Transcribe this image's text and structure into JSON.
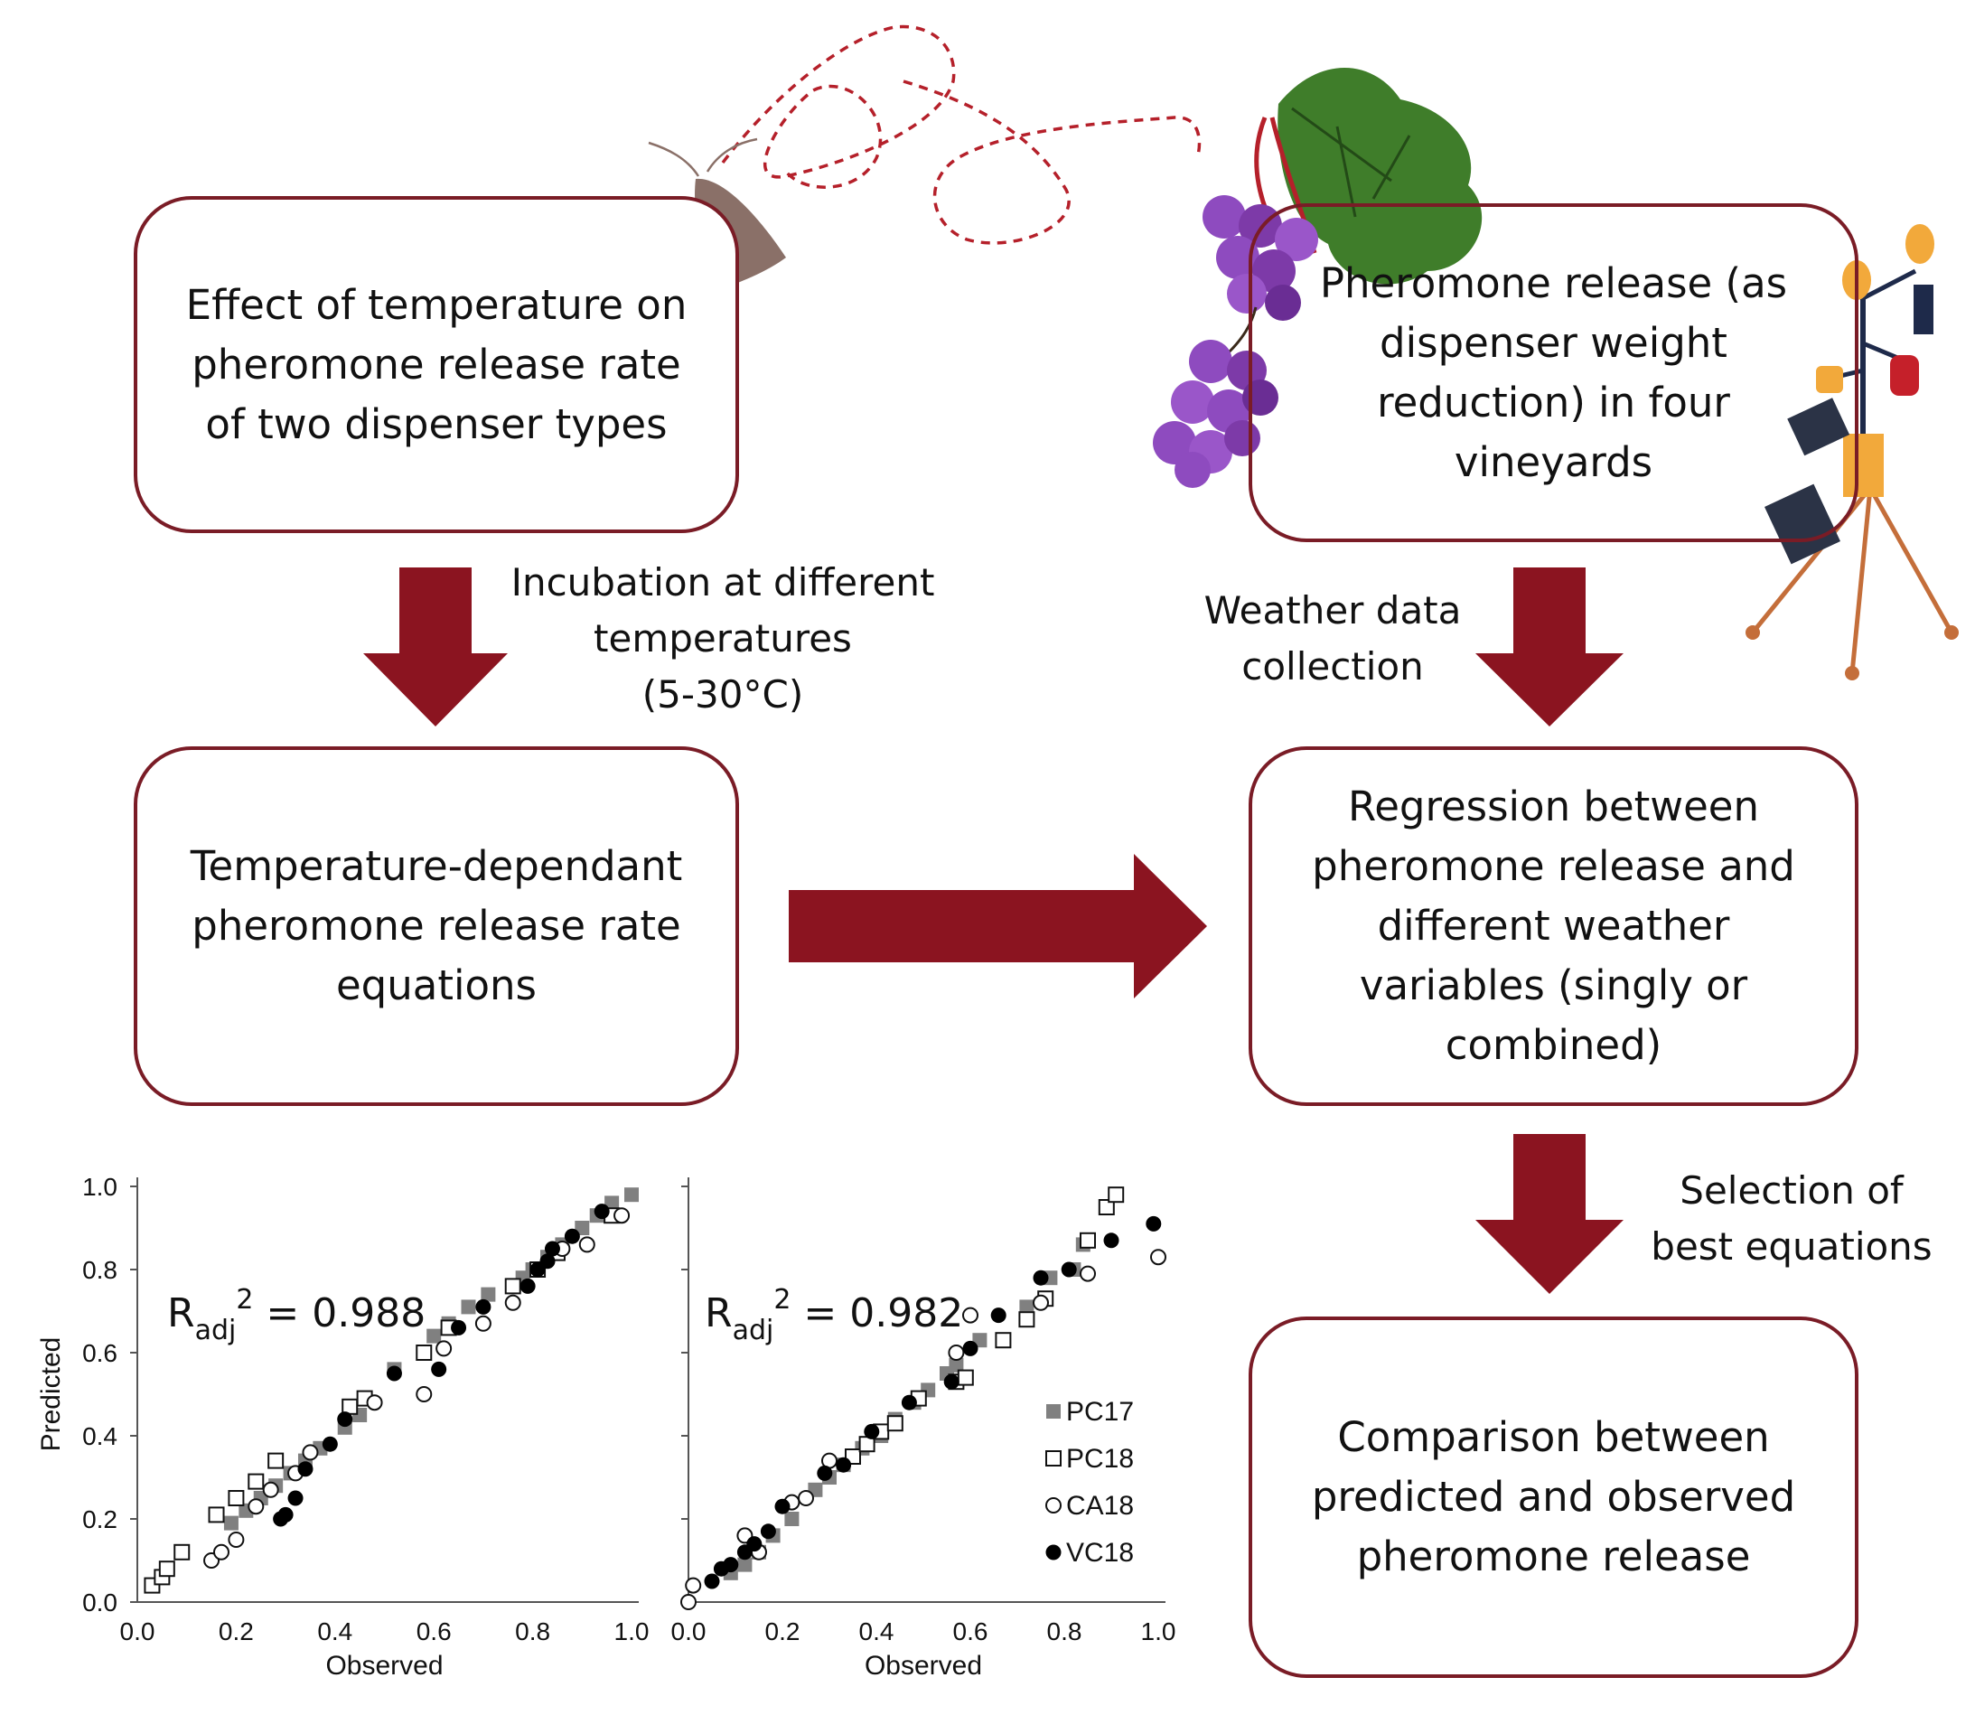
{
  "boxes": {
    "effect_temperature": [
      "Effect of temperature on",
      "pheromone release rate",
      "of two dispenser types"
    ],
    "pheromone_release_vineyards": [
      "Pheromone release (as",
      "dispenser weight",
      "reduction) in four",
      "vineyards"
    ],
    "temperature_equations": [
      "Temperature-dependant",
      "pheromone release rate",
      "equations"
    ],
    "regression": [
      "Regression between",
      "pheromone release and",
      "different weather",
      "variables (singly or",
      "combined)"
    ],
    "comparison": [
      "Comparison between",
      "predicted and observed",
      "pheromone release"
    ]
  },
  "arrow_labels": {
    "incubation": [
      "Incubation at different",
      "temperatures",
      "(5-30°C)"
    ],
    "weather": [
      "Weather data",
      "collection"
    ],
    "selection": [
      "Selection of",
      "best equations"
    ]
  },
  "colors": {
    "arrow": "#8b1420",
    "box_border": "#7a1c26",
    "moth_path": "#b5202a",
    "moth": "#8a7068",
    "grape": "#8e4bbf",
    "leaf": "#3f7d2a"
  },
  "icons": [
    "moth-icon",
    "grape-bunch-icon",
    "weather-station-icon"
  ],
  "chart_data": [
    {
      "type": "scatter",
      "title": "",
      "xlabel": "Observed",
      "ylabel": "Predicted",
      "xlim": [
        0,
        1
      ],
      "ylim": [
        0,
        1
      ],
      "xticks": [
        "0.0",
        "0.2",
        "0.4",
        "0.6",
        "0.8",
        "1.0"
      ],
      "yticks": [
        "0.0",
        "0.2",
        "0.4",
        "0.6",
        "0.8",
        "1.0"
      ],
      "annotation": {
        "base": "R",
        "sub": "adj",
        "sup": "2",
        "value": " = 0.988"
      },
      "series": [
        {
          "name": "PC17",
          "marker": "square-filled",
          "color": "#808080",
          "points": [
            [
              0.19,
              0.19
            ],
            [
              0.22,
              0.22
            ],
            [
              0.25,
              0.25
            ],
            [
              0.28,
              0.28
            ],
            [
              0.31,
              0.31
            ],
            [
              0.34,
              0.34
            ],
            [
              0.37,
              0.37
            ],
            [
              0.42,
              0.42
            ],
            [
              0.45,
              0.45
            ],
            [
              0.52,
              0.56
            ],
            [
              0.6,
              0.64
            ],
            [
              0.63,
              0.67
            ],
            [
              0.67,
              0.71
            ],
            [
              0.71,
              0.74
            ],
            [
              0.78,
              0.78
            ],
            [
              0.8,
              0.8
            ],
            [
              0.83,
              0.83
            ],
            [
              0.86,
              0.86
            ],
            [
              0.9,
              0.9
            ],
            [
              0.93,
              0.93
            ],
            [
              0.96,
              0.96
            ],
            [
              1.0,
              0.98
            ]
          ]
        },
        {
          "name": "PC18",
          "marker": "square-open",
          "color": "#111111",
          "points": [
            [
              0.03,
              0.04
            ],
            [
              0.05,
              0.06
            ],
            [
              0.06,
              0.08
            ],
            [
              0.09,
              0.12
            ],
            [
              0.16,
              0.21
            ],
            [
              0.2,
              0.25
            ],
            [
              0.24,
              0.29
            ],
            [
              0.28,
              0.34
            ],
            [
              0.43,
              0.47
            ],
            [
              0.46,
              0.49
            ],
            [
              0.58,
              0.6
            ],
            [
              0.63,
              0.66
            ],
            [
              0.76,
              0.76
            ],
            [
              0.81,
              0.8
            ],
            [
              0.85,
              0.84
            ],
            [
              0.96,
              0.93
            ]
          ]
        },
        {
          "name": "CA18",
          "marker": "circle-open",
          "color": "#111111",
          "points": [
            [
              0.15,
              0.1
            ],
            [
              0.17,
              0.12
            ],
            [
              0.2,
              0.15
            ],
            [
              0.24,
              0.23
            ],
            [
              0.27,
              0.27
            ],
            [
              0.32,
              0.31
            ],
            [
              0.35,
              0.36
            ],
            [
              0.48,
              0.48
            ],
            [
              0.58,
              0.5
            ],
            [
              0.62,
              0.61
            ],
            [
              0.7,
              0.67
            ],
            [
              0.76,
              0.72
            ],
            [
              0.86,
              0.85
            ],
            [
              0.91,
              0.86
            ],
            [
              0.98,
              0.93
            ]
          ]
        },
        {
          "name": "VC18",
          "marker": "circle-filled",
          "color": "#000000",
          "points": [
            [
              0.29,
              0.2
            ],
            [
              0.3,
              0.21
            ],
            [
              0.32,
              0.25
            ],
            [
              0.34,
              0.32
            ],
            [
              0.39,
              0.38
            ],
            [
              0.42,
              0.44
            ],
            [
              0.52,
              0.55
            ],
            [
              0.61,
              0.56
            ],
            [
              0.65,
              0.66
            ],
            [
              0.7,
              0.71
            ],
            [
              0.79,
              0.76
            ],
            [
              0.81,
              0.8
            ],
            [
              0.83,
              0.82
            ],
            [
              0.84,
              0.85
            ],
            [
              0.88,
              0.88
            ],
            [
              0.94,
              0.94
            ]
          ]
        }
      ]
    },
    {
      "type": "scatter",
      "title": "",
      "xlabel": "Observed",
      "ylabel": "",
      "xlim": [
        0,
        1
      ],
      "ylim": [
        0,
        1
      ],
      "xticks": [
        "0.0",
        "0.2",
        "0.4",
        "0.6",
        "0.8",
        "1.0"
      ],
      "annotation": {
        "base": "R",
        "sub": "adj",
        "sup": "2",
        "value": " = 0.982"
      },
      "legend": {
        "location": "lower-right",
        "entries": [
          "PC17",
          "PC18",
          "CA18",
          "VC18"
        ]
      },
      "series": [
        {
          "name": "PC17",
          "marker": "square-filled",
          "color": "#808080",
          "points": [
            [
              0.09,
              0.07
            ],
            [
              0.12,
              0.09
            ],
            [
              0.15,
              0.12
            ],
            [
              0.18,
              0.16
            ],
            [
              0.22,
              0.2
            ],
            [
              0.27,
              0.27
            ],
            [
              0.3,
              0.3
            ],
            [
              0.33,
              0.33
            ],
            [
              0.37,
              0.37
            ],
            [
              0.41,
              0.4
            ],
            [
              0.44,
              0.44
            ],
            [
              0.48,
              0.48
            ],
            [
              0.51,
              0.51
            ],
            [
              0.55,
              0.55
            ],
            [
              0.57,
              0.57
            ],
            [
              0.62,
              0.63
            ],
            [
              0.72,
              0.71
            ],
            [
              0.77,
              0.78
            ],
            [
              0.82,
              0.8
            ],
            [
              0.84,
              0.86
            ]
          ]
        },
        {
          "name": "PC18",
          "marker": "square-open",
          "color": "#111111",
          "points": [
            [
              0.35,
              0.35
            ],
            [
              0.38,
              0.38
            ],
            [
              0.41,
              0.41
            ],
            [
              0.44,
              0.43
            ],
            [
              0.49,
              0.49
            ],
            [
              0.57,
              0.53
            ],
            [
              0.59,
              0.54
            ],
            [
              0.67,
              0.63
            ],
            [
              0.72,
              0.68
            ],
            [
              0.76,
              0.73
            ],
            [
              0.85,
              0.87
            ],
            [
              0.89,
              0.95
            ],
            [
              0.91,
              0.98
            ]
          ]
        },
        {
          "name": "CA18",
          "marker": "circle-open",
          "color": "#111111",
          "points": [
            [
              0.0,
              0.0
            ],
            [
              0.01,
              0.04
            ],
            [
              0.12,
              0.16
            ],
            [
              0.15,
              0.12
            ],
            [
              0.22,
              0.24
            ],
            [
              0.25,
              0.25
            ],
            [
              0.3,
              0.34
            ],
            [
              0.57,
              0.6
            ],
            [
              0.6,
              0.69
            ],
            [
              0.75,
              0.72
            ],
            [
              0.85,
              0.79
            ],
            [
              1.0,
              0.83
            ]
          ]
        },
        {
          "name": "VC18",
          "marker": "circle-filled",
          "color": "#000000",
          "points": [
            [
              0.05,
              0.05
            ],
            [
              0.07,
              0.08
            ],
            [
              0.09,
              0.09
            ],
            [
              0.12,
              0.12
            ],
            [
              0.14,
              0.14
            ],
            [
              0.17,
              0.17
            ],
            [
              0.2,
              0.23
            ],
            [
              0.29,
              0.31
            ],
            [
              0.33,
              0.33
            ],
            [
              0.39,
              0.41
            ],
            [
              0.47,
              0.48
            ],
            [
              0.56,
              0.53
            ],
            [
              0.6,
              0.61
            ],
            [
              0.66,
              0.69
            ],
            [
              0.75,
              0.78
            ],
            [
              0.81,
              0.8
            ],
            [
              0.9,
              0.87
            ],
            [
              0.99,
              0.91
            ]
          ]
        }
      ]
    }
  ]
}
